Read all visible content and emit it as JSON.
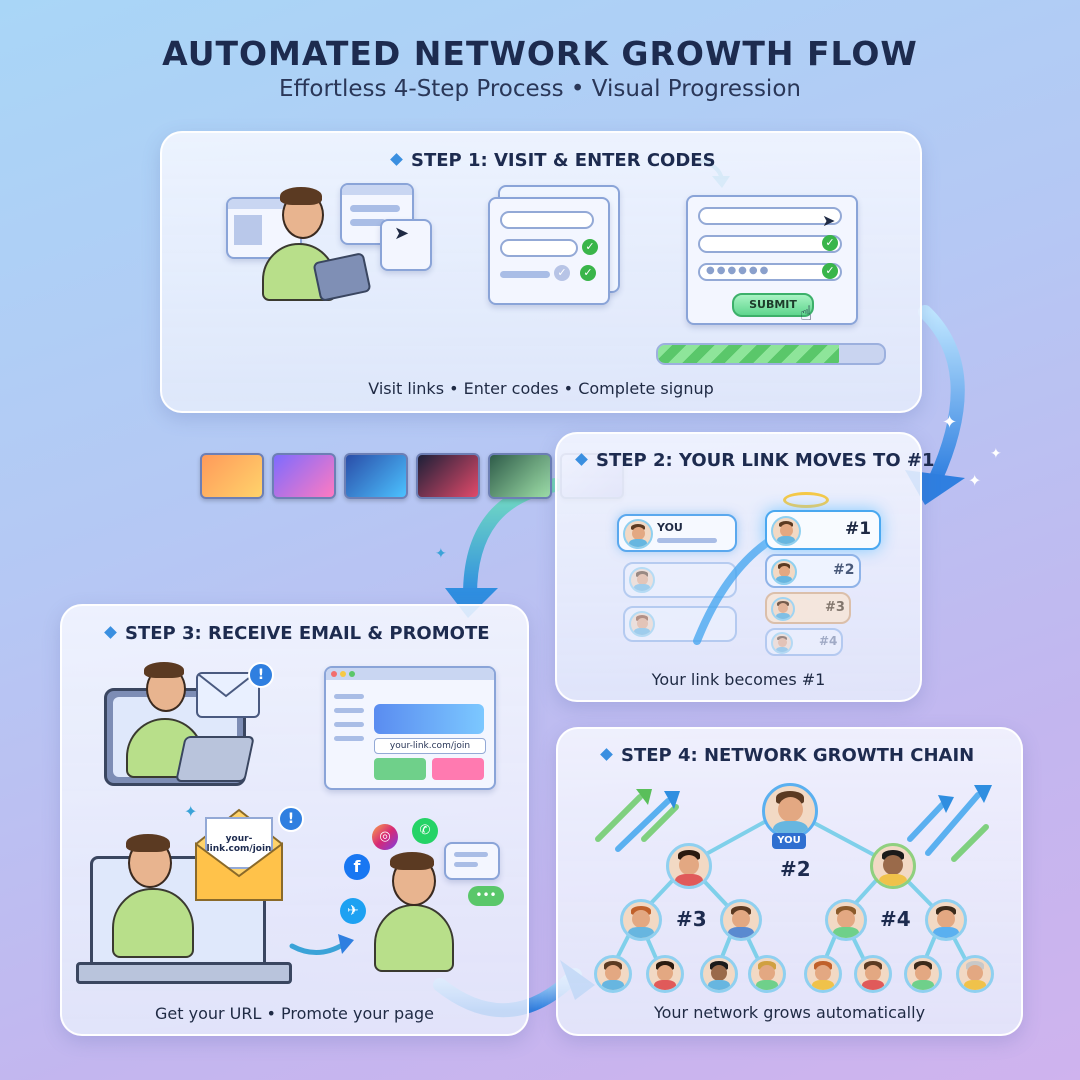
{
  "header": {
    "title": "AUTOMATED NETWORK GROWTH FLOW",
    "subtitle": "Effortless 4-Step Process • Visual Progression"
  },
  "step1": {
    "title": "STEP 1: VISIT & ENTER CODES",
    "submit_label": "SUBMIT",
    "caption": "Visit links • Enter codes • Complete signup"
  },
  "step2": {
    "title": "STEP 2: YOUR LINK MOVES TO #1",
    "you_label": "YOU",
    "ranks": [
      "#1",
      "#2",
      "#3",
      "#4"
    ],
    "caption": "Your link becomes #1"
  },
  "step3": {
    "title": "STEP 3: RECEIVE EMAIL & PROMOTE",
    "url_text": "your-link.com/join",
    "caption": "Get your URL • Promote your page"
  },
  "step4": {
    "title": "STEP 4: NETWORK GROWTH CHAIN",
    "you_label": "YOU",
    "node_labels": [
      "#2",
      "#3",
      "#4"
    ],
    "caption": "Your network grows automatically"
  },
  "colors": {
    "accent_blue": "#3a8fe0",
    "success_green": "#39b54a",
    "node_ring": "#8fd0f0"
  }
}
